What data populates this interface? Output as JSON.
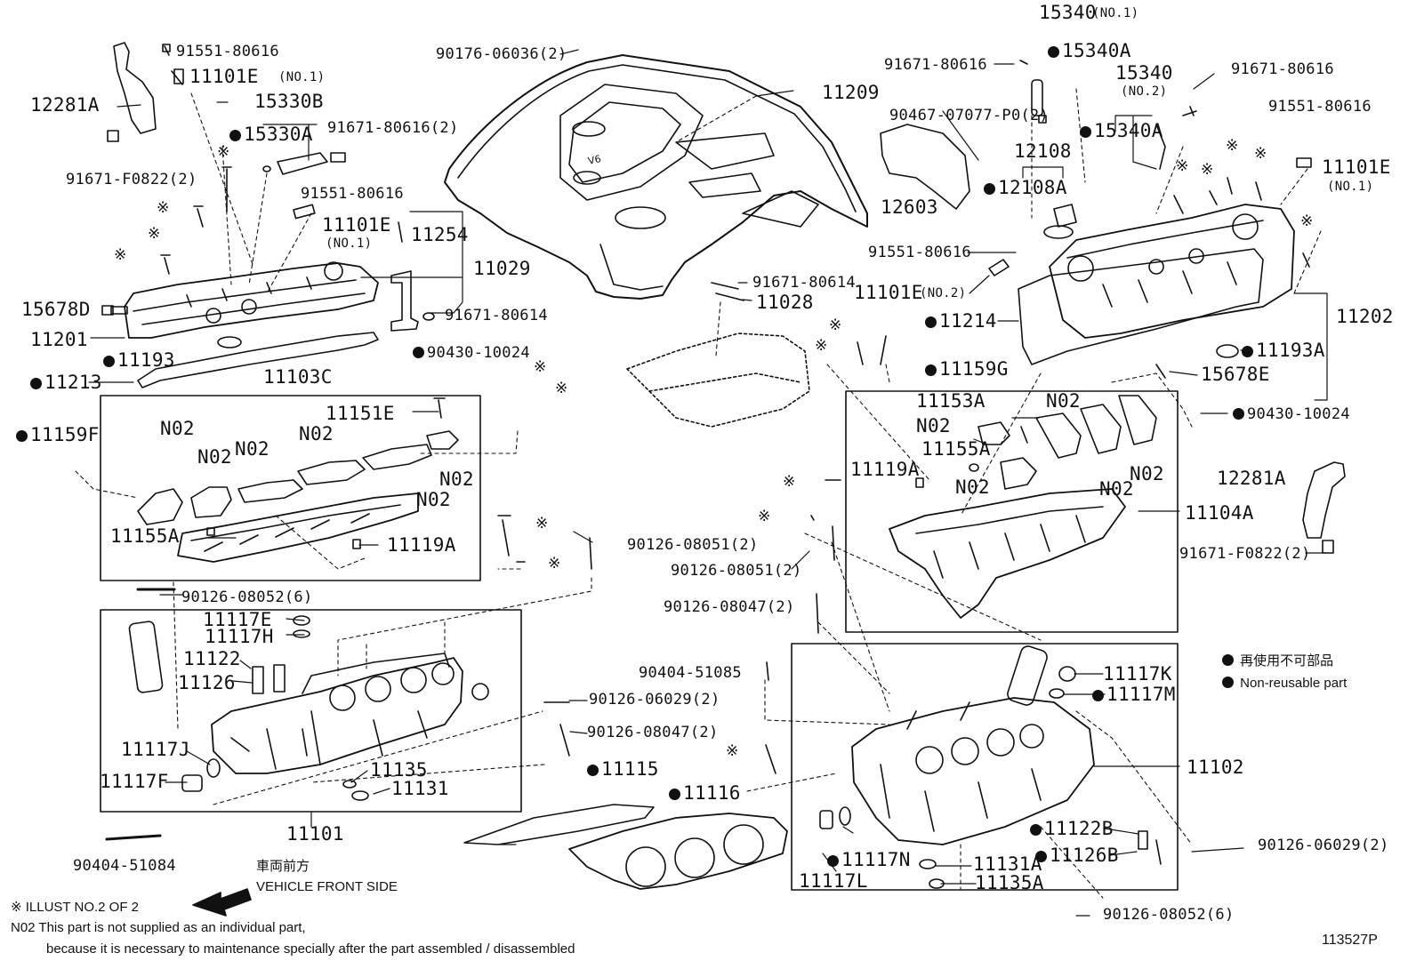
{
  "diagram": {
    "code": "113527P",
    "legend": {
      "non_reusable_jp": "再使用不可部品",
      "non_reusable_en": "Non-reusable part"
    },
    "vehicle_front": {
      "jp": "車両前方",
      "en": "VEHICLE FRONT SIDE"
    },
    "footnotes": {
      "illust": "※ ILLUST NO.2 OF 2",
      "n02_line1": "N02 This part is not supplied as an individual part,",
      "n02_line2": "because it is necessary to maintenance specially after the part assembled / disassembled"
    },
    "part_labels": {
      "p91551_80616_a": "91551-80616",
      "p11101E_no1_a": "11101E",
      "no1_a": "(NO.1)",
      "p12281A_a": "12281A",
      "p15330B": "15330B",
      "p15330A": "15330A",
      "p91671_80616_2": "91671-80616(2)",
      "p91671_F0822_2_a": "91671-F0822(2)",
      "p91551_80616_b": "91551-80616",
      "p11101E_no1_b": "11101E",
      "no1_b": "(NO.1)",
      "p11254": "11254",
      "p11029": "11029",
      "p91671_80614_a": "91671-80614",
      "p15678D": "15678D",
      "p11201": "11201",
      "p11193": "11193",
      "p11213": "11213",
      "p90430_10024_a": "90430-10024",
      "p11103C": "11103C",
      "p11151E": "11151E",
      "p11159F": "11159F",
      "n02_1": "N02",
      "n02_2": "N02",
      "n02_3": "N02",
      "n02_4": "N02",
      "n02_5": "N02",
      "n02_6": "N02",
      "p11155A_a": "11155A",
      "p11119A_a": "11119A",
      "p90126_08052_6_a": "90126-08052(6)",
      "p90126_08051_2_a": "90126-08051(2)",
      "p11117E": "11117E",
      "p11117H": "11117H",
      "p11122": "11122",
      "p11126": "11126",
      "p11117J": "11117J",
      "p11117F": "11117F",
      "p11135_a": "11135",
      "p11131_a": "11131",
      "p11101": "11101",
      "p90404_51084": "90404-51084",
      "p90126_06029_2_a": "90126-06029(2)",
      "p90126_08047_2_a": "90126-08047(2)",
      "p11115": "11115",
      "p11116": "11116",
      "p90176_06036_2": "90176-06036(2)",
      "p11209": "11209",
      "p91671_80614_b": "91671-80614",
      "p11028": "11028",
      "p15340_no1": "15340",
      "no1_c": "(NO.1)",
      "p15340A_a": "15340A",
      "p91671_80616_a": "91671-80616",
      "p15340_no2": "15340",
      "no2_a": "(NO.2)",
      "p15340A_b": "15340A",
      "p91671_80616_b": "91671-80616",
      "p90467_07077_P0_2": "90467-07077-P0(2)",
      "p12108": "12108",
      "p12108A": "12108A",
      "p12603": "12603",
      "p91551_80616_c": "91551-80616",
      "p11101E_no1_c": "11101E",
      "no1_d": "(NO.1)",
      "p91551_80616_d": "91551-80616",
      "p11101E_no2": "11101E",
      "no2_b": "(NO.2)",
      "p11214": "11214",
      "p11202": "11202",
      "p11193A": "11193A",
      "p15678E": "15678E",
      "p11159G": "11159G",
      "p90430_10024_b": "90430-10024",
      "p11153A": "11153A",
      "n02_7": "N02",
      "n02_8": "N02",
      "n02_9": "N02",
      "n02_10": "N02",
      "n02_11": "N02",
      "p11155A_b": "11155A",
      "p11119A_b": "11119A",
      "p12281A_b": "12281A",
      "p11104A": "11104A",
      "p91671_F0822_2_b": "91671-F0822(2)",
      "p90126_08051_2_b": "90126-08051(2)",
      "p90126_08047_2_b": "90126-08047(2)",
      "p90404_51085": "90404-51085",
      "p11117K": "11117K",
      "p11117M": "11117M",
      "p11102": "11102",
      "p11122B": "11122B",
      "p11126B": "11126B",
      "p90126_06029_2_b": "90126-06029(2)",
      "p11117N": "11117N",
      "p11117L": "11117L",
      "p11131A": "11131A",
      "p11135A": "11135A",
      "p90126_08052_6_b": "90126-08052(6)"
    }
  }
}
